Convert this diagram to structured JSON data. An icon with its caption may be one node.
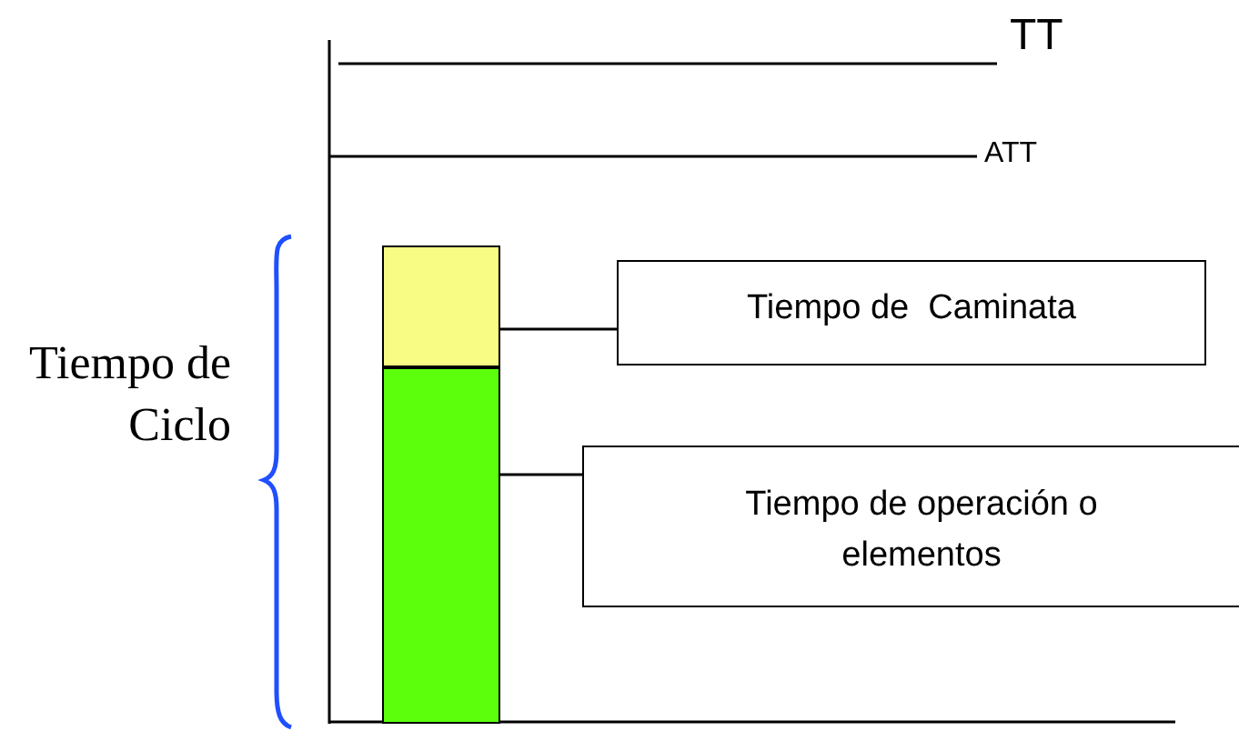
{
  "diagram": {
    "nodes": [
      {
        "text": [],
        "shape": "box"
      },
      {
        "text": [],
        "shape": "box"
      },
      {
        "text": [
          "Tiempo de  Caminata"
        ]
      },
      {
        "text": [
          "Tiempo de operación o elementos"
        ]
      }
    ],
    "edges": [
      {
        "from": 2,
        "to": 0,
        "arrow": "none"
      },
      {
        "from": 3,
        "to": 1,
        "arrow": "none"
      }
    ],
    "labels": [
      "TT",
      "ATT",
      "Tiempo de Ciclo"
    ]
  }
}
